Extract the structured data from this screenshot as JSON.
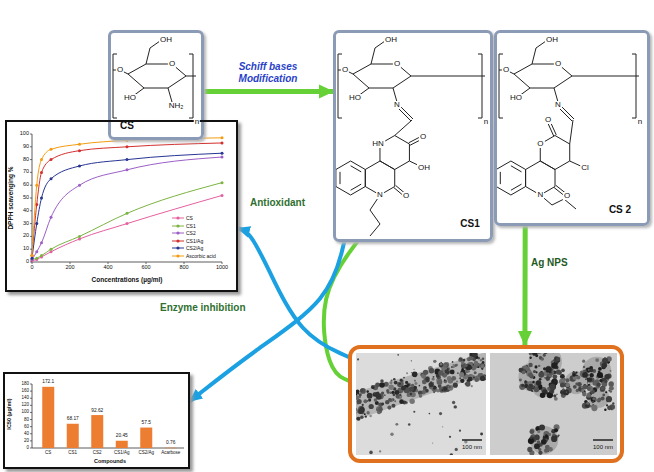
{
  "diagram": {
    "nodes": [
      {
        "text": [
          "CS"
        ]
      },
      {
        "text": [
          "CS1"
        ]
      },
      {
        "text": [
          "CS 2"
        ]
      },
      {
        "text": [
          "100 nm",
          "100 nm"
        ]
      },
      {
        "text": [
          "DPPH scavenging %",
          "Concentrations (µg/ml)",
          "0",
          "10",
          "20",
          "30",
          "40",
          "50",
          "60",
          "70",
          "80",
          "90",
          "100",
          "0",
          "200",
          "400",
          "600",
          "800",
          "1000"
        ]
      },
      {
        "text": [
          "IC50 (µg/ml)",
          "0",
          "20",
          "40",
          "60",
          "80",
          "100",
          "120",
          "140",
          "160",
          "180",
          "172.1",
          "68.17",
          "92.62",
          "20.45",
          "57.5",
          "0.76",
          "CS",
          "CS1",
          "CS2",
          "CS1/Ag",
          "CS2/Ag",
          "Acarbose",
          "Compounds"
        ]
      }
    ],
    "edges": [
      {
        "from": 0,
        "to": 1,
        "label": "Schiff bases Modification",
        "arrow": "to"
      },
      {
        "from": 2,
        "to": 3,
        "label": "Ag NPS",
        "arrow": "to"
      },
      {
        "from": 1,
        "to": 3,
        "arrow": "none"
      },
      {
        "from": 3,
        "to": 4,
        "label": "Antioxidant",
        "arrow": "to"
      },
      {
        "from": 1,
        "to": 5,
        "label": "Enzyme inhibition",
        "arrow": "to"
      }
    ],
    "labels": [
      "OH",
      "O",
      "O",
      "HO",
      "NH₂",
      "n",
      "OH",
      "O",
      "O",
      "HO",
      "N",
      "n",
      "HN",
      "O",
      "OH",
      "O",
      "N",
      "OH",
      "O",
      "O",
      "HO",
      "N",
      "n",
      "O",
      "O",
      "Cl",
      "O",
      "N"
    ],
    "legend": [
      {
        "text": "CS"
      },
      {
        "text": "CS1"
      },
      {
        "text": "CS2"
      },
      {
        "text": "CS1/Ag"
      },
      {
        "text": "CS2/Ag"
      },
      {
        "text": "Ascorbic acid"
      }
    ]
  }
}
